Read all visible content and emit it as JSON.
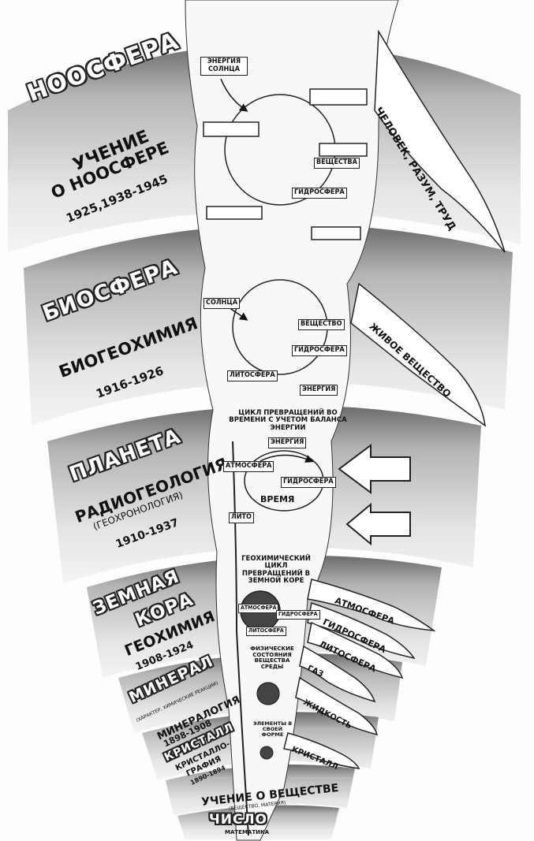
{
  "levels": [
    {
      "key": "noosphere",
      "header": "НООСФЕРА",
      "science": "УЧЕНИЕ О НООСФЕРЕ",
      "science_l1": "УЧЕНИЕ",
      "science_l2": "О НООСФЕРЕ",
      "years": "1925,1938-1945"
    },
    {
      "key": "biosphere",
      "header": "БИОСФЕРА",
      "science": "БИОГЕОХИМИЯ",
      "years": "1916-1926"
    },
    {
      "key": "planet",
      "header": "ПЛАНЕТА",
      "science": "РАДИОГЕОЛОГИЯ",
      "sub": "(ГЕОХРОНОЛОГИЯ)",
      "years": "1910-1937"
    },
    {
      "key": "crust",
      "header_l1": "ЗЕМНАЯ",
      "header_l2": "КОРА",
      "science": "ГЕОХИМИЯ",
      "years": "1908-1924"
    },
    {
      "key": "mineral",
      "header": "МИНЕРАЛ",
      "sub": "(ХАРАКТЕР, ХИМИЧЕСКИЕ РЕАКЦИИ)",
      "science": "МИНЕРАЛОГИЯ",
      "years": "1898-1908"
    },
    {
      "key": "crystal",
      "header": "КРИСТАЛЛ",
      "science_l1": "КРИСТАЛЛО-",
      "science_l2": "ГРАФИЯ",
      "years": "1890-1894"
    },
    {
      "key": "substance",
      "header": "УЧЕНИЕ О ВЕЩЕСТВЕ",
      "sub": "(ВЕЩЕСТВО, МАТЕРИЯ)"
    },
    {
      "key": "number",
      "header": "ЧИСЛО",
      "science": "МАТЕМАТИКА"
    }
  ],
  "branches": {
    "human": "ЧЕЛОВЕК, РАЗУМ, ТРУД",
    "living": "ЖИВОЕ ВЕЩЕСТВО",
    "atmosphere": "АТМОСФЕРА",
    "hydrosphere": "ГИДРОСФЕРА",
    "lithosphere": "ЛИТОСФЕРА",
    "gas": "ГАЗ",
    "liquid": "ЖИДКОСТЬ",
    "crystal": "КРИСТАЛЛ"
  },
  "boxes": {
    "sun_energy": "ЭНЕРГИЯ СОЛНЦА",
    "substances_top": "ВЕЩЕСТВА",
    "hydrosphere_top": "ГИДРОСФЕРА",
    "sun": "СОЛНЦА",
    "substance_bio": "ВЕЩЕСТВО",
    "hydrosphere_bio": "ГИДРОСФЕРА",
    "lithosphere_bio": "ЛИТОСФЕРА",
    "energy_bio": "ЭНЕРГИЯ",
    "energy_planet": "ЭНЕРГИЯ",
    "atmosphere_planet": "АТМОСФЕРА",
    "hydrosphere_planet": "ГИДРОСФЕРА",
    "litho_planet": "ЛИТО",
    "atmo_crust": "АТМОСФЕРА",
    "hydro_crust": "ГИДРОСФЕРА",
    "litho_crust": "ЛИТОСФЕРА"
  },
  "notes": {
    "cycle_time": "ЦИКЛ ПРЕВРАЩЕНИЙ ВО ВРЕМЕНИ С УЧЕТОМ БАЛАНСА ЭНЕРГИИ",
    "time": "ВРЕМЯ",
    "geochem_cycle": "ГЕОХИМИЧЕСКИЙ ЦИКЛ ПРЕВРАЩЕНИЙ В ЗЕМНОЙ КОРЕ",
    "phys_states": "ФИЗИЧЕСКИЕ СОСТОЯНИЯ ВЕЩЕСТВА СРЕДЫ",
    "elements": "ЭЛЕМЕНТЫ В СВОЕЙ ФОРМЕ"
  },
  "colors": {
    "band_light": "#e2e2e2",
    "band_dark": "#5c5c5c",
    "ink": "#111111",
    "paper": "#fdfdfb"
  }
}
